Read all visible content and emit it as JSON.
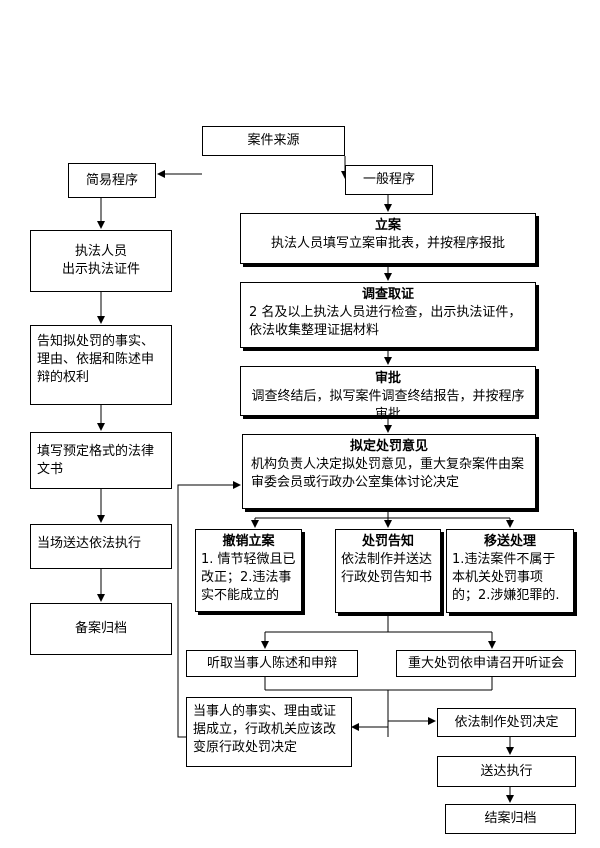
{
  "nodes": {
    "source": "案件来源",
    "simple": "简易程序",
    "general": "一般程序",
    "simple_steps": [
      "执法人员\n出示执法证件",
      "告知拟处罚的事实、理由、依据和陈述申辩的权利",
      "填写预定格式的法律文书",
      "当场送达依法执行",
      "备案归档"
    ],
    "filing": {
      "title": "立案",
      "body": "执法人员填写立案审批表，并按程序报批"
    },
    "investigation": {
      "title": "调查取证",
      "body": "2 名及以上执法人员进行检查，出示执法证件，依法收集整理证据材料"
    },
    "approval": {
      "title": "审批",
      "body": "调查终结后，拟写案件调查终结报告，并按程序审批"
    },
    "opinion": {
      "title": "拟定处罚意见",
      "body": "机构负责人决定拟处罚意见，重大复杂案件由案审委会员或行政办公室集体讨论决定"
    },
    "revoke": {
      "title": "撤销立案",
      "body": "1. 情节轻微且已改正；2.违法事实不能成立的"
    },
    "notice": {
      "title": "处罚告知",
      "body": "依法制作并送达行政处罚告知书"
    },
    "transfer": {
      "title": "移送处理",
      "body": "1.违法案件不属于本机关处罚事项的；2.涉嫌犯罪的."
    },
    "hear_statement": "听取当事人陈述和申辩",
    "hearing": "重大处罚依申请召开听证会",
    "change": "当事人的事实、理由或证据成立，行政机关应该改变原行政处罚决定",
    "decision": "依法制作处罚决定",
    "execute": "送达执行",
    "archive": "结案归档"
  }
}
